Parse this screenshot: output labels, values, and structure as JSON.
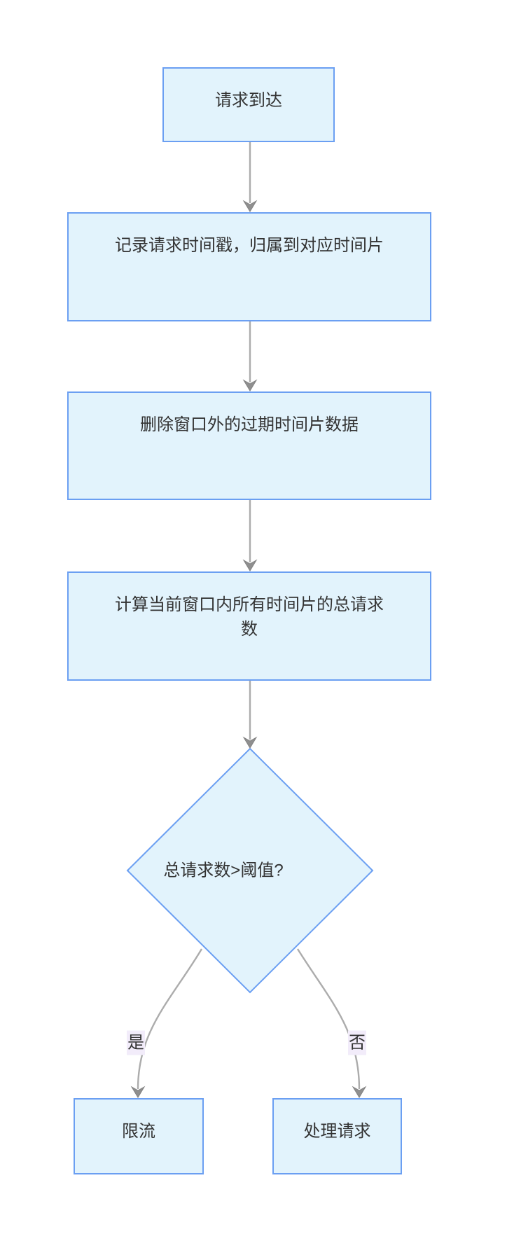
{
  "colors": {
    "background": "#FFFFFF",
    "node_fill": "#E2F3FC",
    "node_border": "#6B9FF2",
    "edge_line": "#ACACAC",
    "arrowhead": "#8F8F8F",
    "edge_label_bg": "#F2ECFA",
    "text": "#333333"
  },
  "flowchart": {
    "nodes": {
      "start": {
        "label": "请求到达",
        "shape": "rect"
      },
      "record": {
        "label": "记录请求时间戳，归属到对应时间片",
        "shape": "rect"
      },
      "delete": {
        "label": "删除窗口外的过期时间片数据",
        "shape": "rect"
      },
      "calc": {
        "label": "计算当前窗口内所有时间片的总请求\n数",
        "shape": "rect"
      },
      "decision": {
        "label": "总请求数>阈值?",
        "shape": "diamond"
      },
      "limit": {
        "label": "限流",
        "shape": "rect"
      },
      "process": {
        "label": "处理请求",
        "shape": "rect"
      }
    },
    "edge_labels": {
      "yes": "是",
      "no": "否"
    },
    "connections": [
      {
        "from": "start",
        "to": "record"
      },
      {
        "from": "record",
        "to": "delete"
      },
      {
        "from": "delete",
        "to": "calc"
      },
      {
        "from": "calc",
        "to": "decision"
      },
      {
        "from": "decision",
        "to": "limit",
        "label": "是"
      },
      {
        "from": "decision",
        "to": "process",
        "label": "否"
      }
    ]
  }
}
